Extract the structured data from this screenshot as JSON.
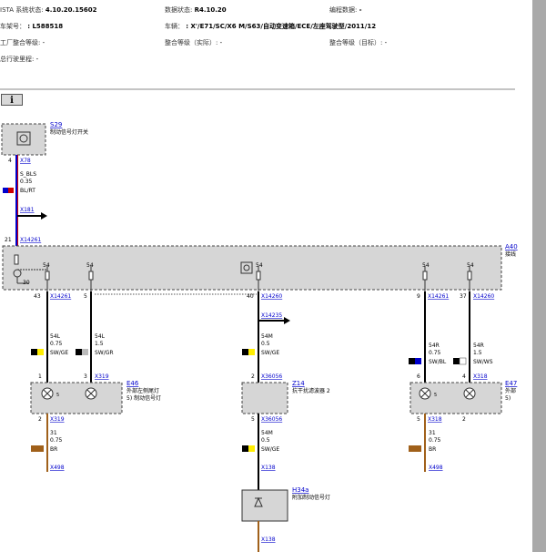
{
  "header": {
    "ista_label": "ISTA 系统状态:",
    "ista_value": "4.10.20.15602",
    "data_label": "数据状态:",
    "data_value": "R4.10.20",
    "prog_label": "编程数据:",
    "prog_value": "-",
    "vin_label": "车架号：",
    "vin_value": ": L588518",
    "vehicle_label": "车辆：",
    "vehicle_value": ": X'/E71/SC/X6 M/S63/自动变速箱/ECE/左座驾驶型/2011/12",
    "factory_label": "工厂整合等级:",
    "factory_value": "-",
    "actual_label": "整合等级（实际）:",
    "actual_value": "-",
    "target_label": "整合等级（目标）:",
    "target_value": "-",
    "mileage_label": "总行驶里程:",
    "mileage_value": "-"
  },
  "info_icon": "i",
  "colors": {
    "sidebar": "#a9a9a9",
    "link": "#0000cc",
    "box_fill": "#d6d6d6"
  },
  "diagram": {
    "s29": {
      "id": "S29",
      "desc": "制动信号灯开关",
      "pin": "4",
      "conn": "X78"
    },
    "wire_sbls": {
      "name": "S_BLS",
      "gauge": "0.35",
      "color": "BL/RT"
    },
    "x181": "X181",
    "a40": {
      "id": "A40",
      "desc": "接线",
      "pin": "21",
      "conn": "X14261"
    },
    "a40_inner": {
      "p54a": "54",
      "p54b": "54",
      "p54c": "54",
      "p54d": "54",
      "p54e": "54",
      "p30": "30"
    },
    "a40_out": [
      {
        "pin": "43",
        "conn": "X14261"
      },
      {
        "pin": "5",
        "conn": ""
      },
      {
        "pin": "40",
        "conn": "X14260"
      },
      {
        "pin": "9",
        "conn": "X14261"
      },
      {
        "pin": "37",
        "conn": "X14260"
      }
    ],
    "x14235": "X14235",
    "wire_54l_a": {
      "name": "54L",
      "gauge": "0.75",
      "color": "SW/GE"
    },
    "wire_54l_b": {
      "name": "54L",
      "gauge": "1.5",
      "color": "SW/GR"
    },
    "wire_54m_a": {
      "name": "54M",
      "gauge": "0.5",
      "color": "SW/GE"
    },
    "wire_54r_a": {
      "name": "54R",
      "gauge": "0.75",
      "color": "SW/BL"
    },
    "wire_54r_b": {
      "name": "54R",
      "gauge": "1.5",
      "color": "SW/WS"
    },
    "e46": {
      "id": "E46",
      "desc1": "外部左侧尾灯",
      "desc2": "5)  制动信号灯",
      "pin1": "1",
      "pin3": "3",
      "conn3": "X319",
      "pin2": "2",
      "conn2": "X319",
      "lamp_pin": "5"
    },
    "z14": {
      "id": "Z14",
      "desc": "抗干扰滤波器 2",
      "pin_in": "2",
      "conn_in": "X36056",
      "pin_out": "5",
      "conn_out": "X36056"
    },
    "e47": {
      "id": "E47",
      "desc1": "外部",
      "desc2": "5)",
      "pin6": "6",
      "pin4": "4",
      "conn4": "X318",
      "pin5": "5",
      "conn5": "X318",
      "pin2": "2",
      "lamp_pin": "5"
    },
    "wire_31_l": {
      "name": "31",
      "gauge": "0.75",
      "color": "BR"
    },
    "wire_31_r": {
      "name": "31",
      "gauge": "0.75",
      "color": "BR"
    },
    "wire_54m_b": {
      "name": "54M",
      "gauge": "0.5",
      "color": "SW/GE"
    },
    "x498_l": "X498",
    "x498_r": "X498",
    "x138_a": "X138",
    "h34a": {
      "id": "H34a",
      "desc": "附加制动信号灯"
    },
    "x138_b": "X138"
  }
}
